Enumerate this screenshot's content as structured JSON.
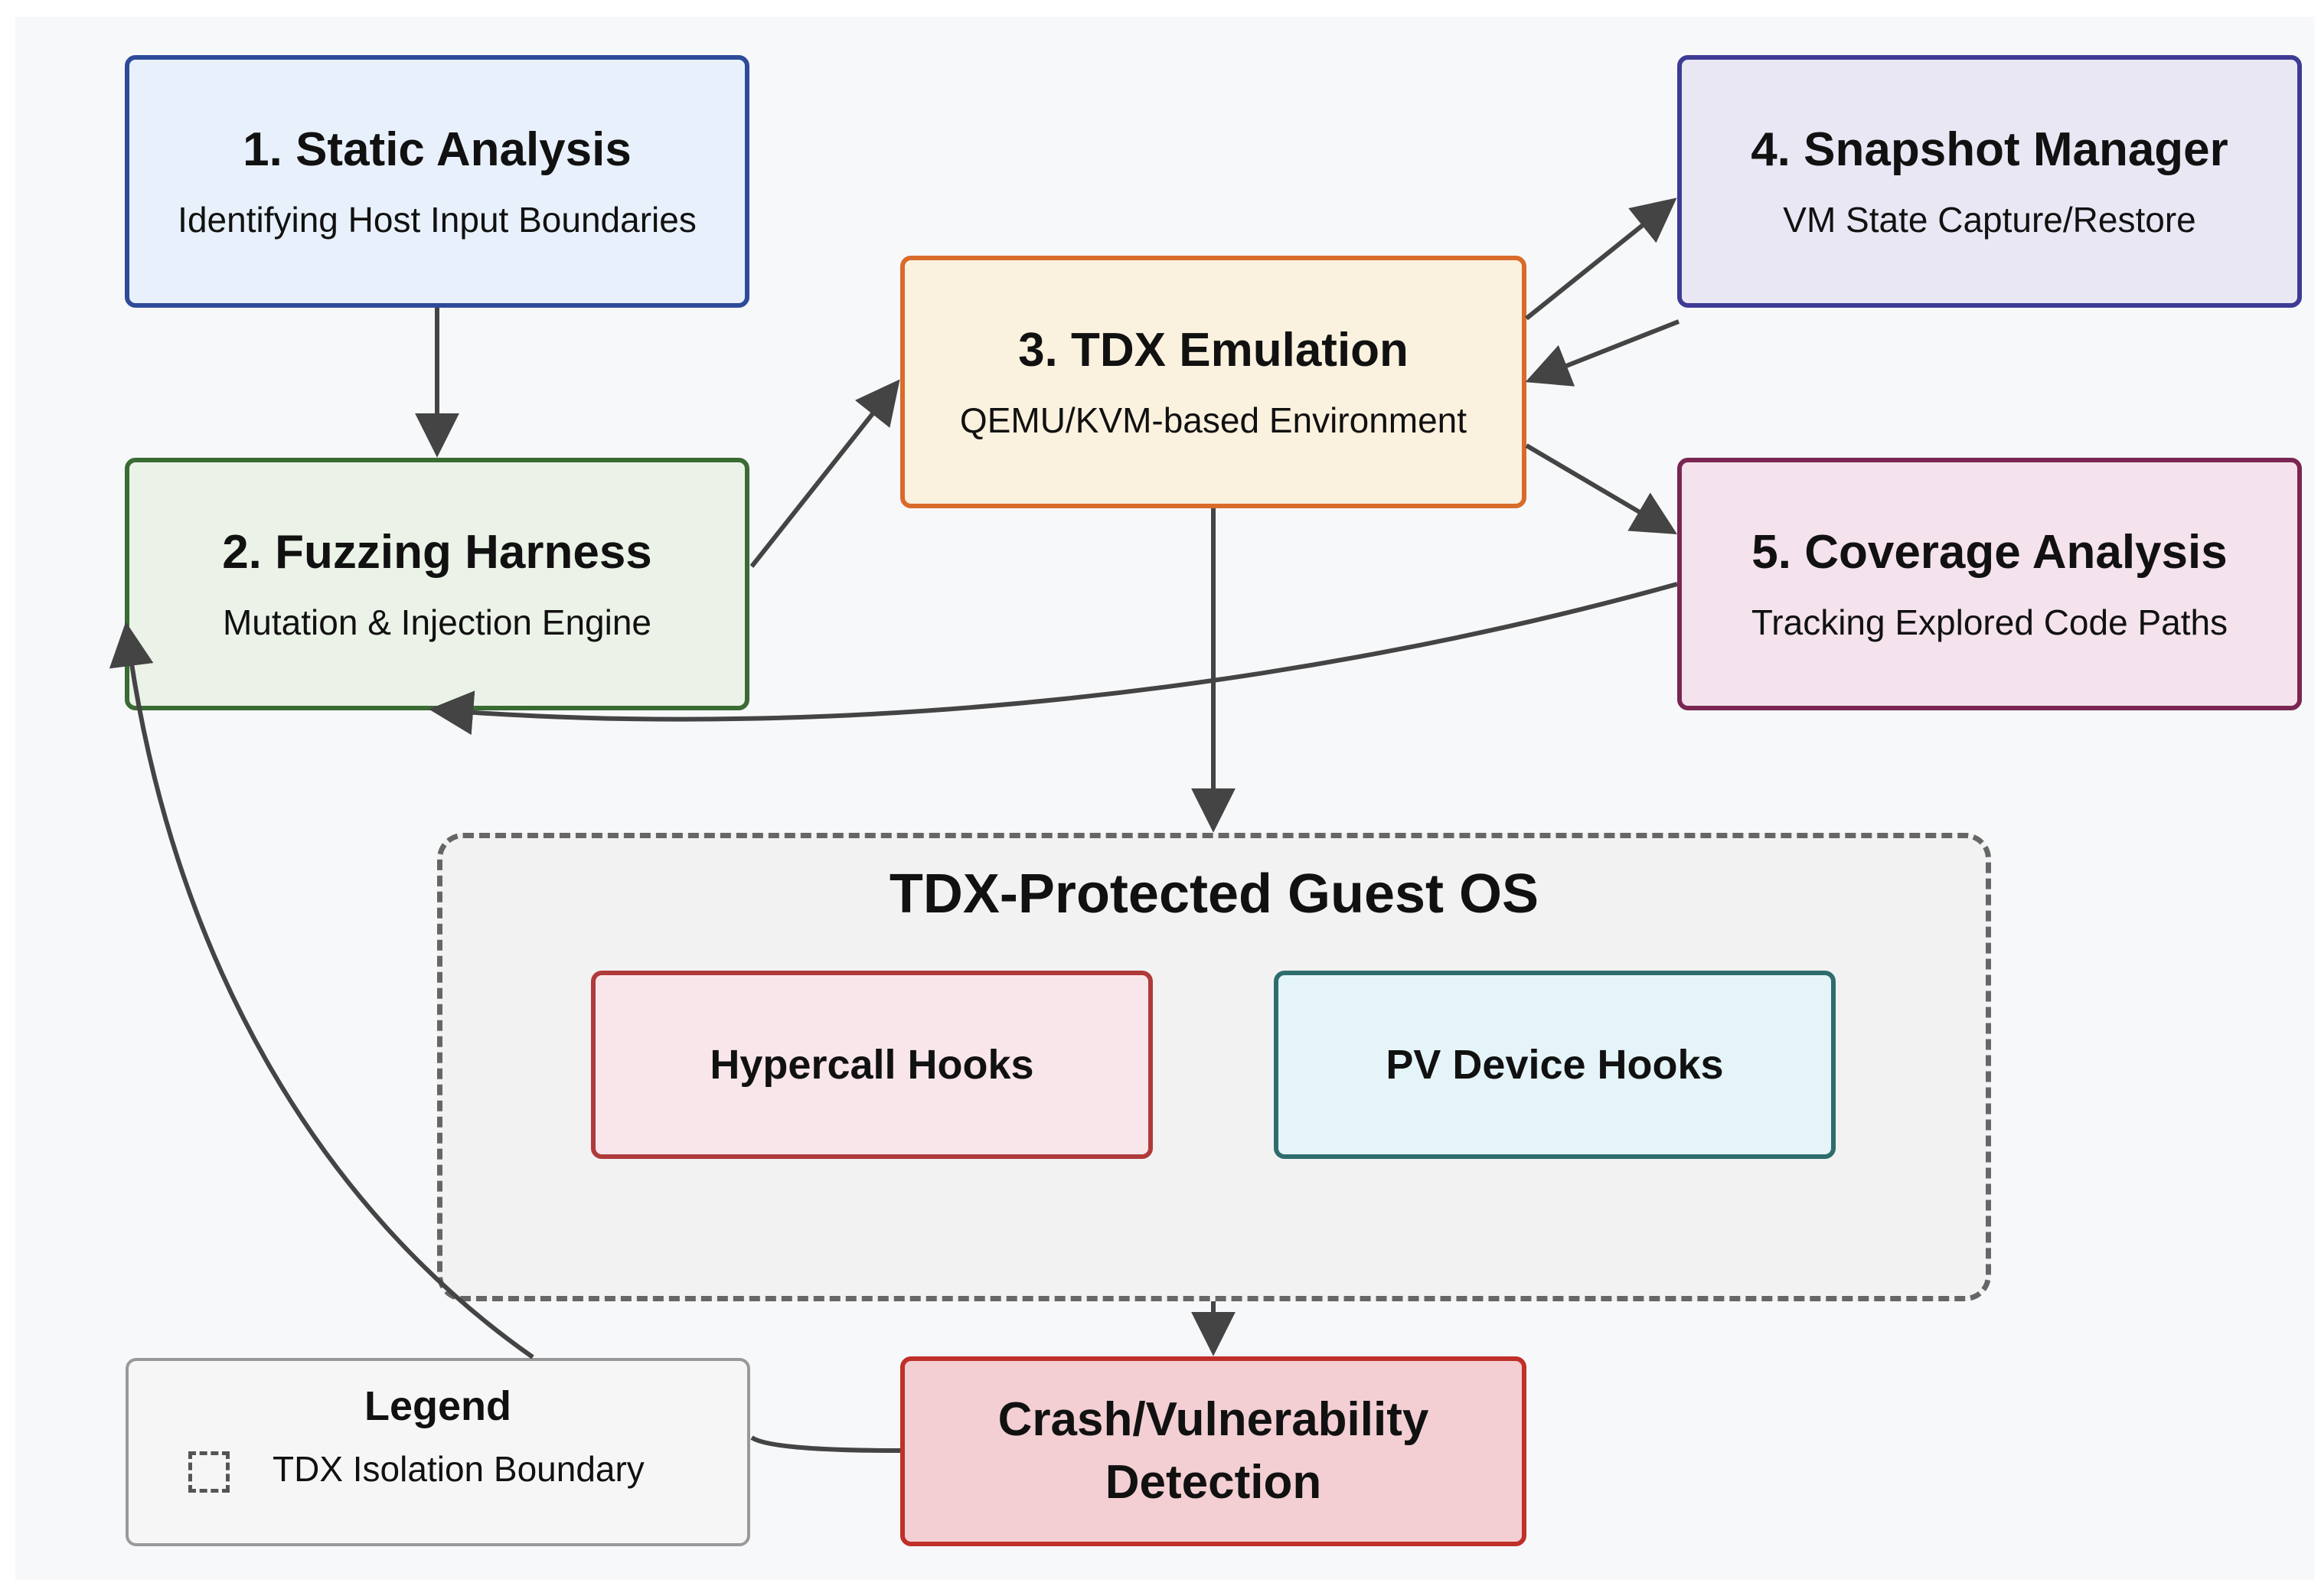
{
  "colors": {
    "arrow": "#444444",
    "static_analysis": {
      "fill": "#e8f1fb",
      "border": "#2e4b9a"
    },
    "fuzzing_harness": {
      "fill": "#ebf3e8",
      "border": "#3a6b33"
    },
    "tdx_emulation": {
      "fill": "#fbf1df",
      "border": "#d96b2b"
    },
    "snapshot_manager": {
      "fill": "#e9e7f4",
      "border": "#3d3b94"
    },
    "coverage_analysis": {
      "fill": "#f4e2ec",
      "border": "#7a2652"
    },
    "hypercall_hooks": {
      "fill": "#f9e6ea",
      "border": "#b03a3a"
    },
    "pv_device_hooks": {
      "fill": "#e4f4f8",
      "border": "#2f6d6d"
    },
    "crash_detection": {
      "fill": "#f3cfd3",
      "border": "#c0302a"
    },
    "guest_boundary": "#666666"
  },
  "nodes": {
    "static_analysis": {
      "title": "1. Static Analysis",
      "subtitle": "Identifying Host Input Boundaries"
    },
    "fuzzing_harness": {
      "title": "2. Fuzzing Harness",
      "subtitle": "Mutation & Injection Engine"
    },
    "tdx_emulation": {
      "title": "3. TDX Emulation",
      "subtitle": "QEMU/KVM-based Environment"
    },
    "snapshot_manager": {
      "title": "4. Snapshot Manager",
      "subtitle": "VM State Capture/Restore"
    },
    "coverage_analysis": {
      "title": "5. Coverage Analysis",
      "subtitle": "Tracking Explored Code Paths"
    },
    "crash_detection": {
      "title_line1": "Crash/Vulnerability",
      "title_line2": "Detection"
    }
  },
  "guest_os": {
    "title": "TDX-Protected Guest OS",
    "hooks": [
      "Hypercall Hooks",
      "PV Device Hooks"
    ]
  },
  "legend": {
    "title": "Legend",
    "items": [
      {
        "label": "TDX Isolation Boundary",
        "style": "dashed"
      }
    ]
  },
  "edges": [
    {
      "from": "static_analysis",
      "to": "fuzzing_harness"
    },
    {
      "from": "fuzzing_harness",
      "to": "tdx_emulation"
    },
    {
      "from": "tdx_emulation",
      "to": "snapshot_manager"
    },
    {
      "from": "snapshot_manager",
      "to": "tdx_emulation"
    },
    {
      "from": "tdx_emulation",
      "to": "coverage_analysis"
    },
    {
      "from": "coverage_analysis",
      "to": "fuzzing_harness"
    },
    {
      "from": "tdx_emulation",
      "to": "guest_os"
    },
    {
      "from": "guest_os",
      "to": "crash_detection"
    },
    {
      "from": "crash_detection",
      "to": "fuzzing_harness"
    }
  ]
}
